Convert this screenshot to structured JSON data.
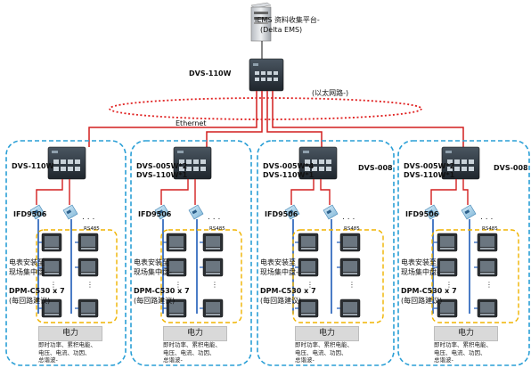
{
  "server": {
    "title": "IEMS 资料收集平台-",
    "subtitle": "(Delta EMS)"
  },
  "main_switch": {
    "label": "DVS-110W"
  },
  "ethernet": {
    "cn_label": "(以太网路-)",
    "en_label": "Ethernet"
  },
  "panels": [
    {
      "switch_label": [
        "DVS-110W"
      ],
      "device_label": "",
      "converter_label": "IFD9506",
      "rs485_label": "RS485",
      "install_note": [
        "电表安装至",
        "现场集中盘-"
      ],
      "meter_label": [
        "DPM-C530 x 7",
        "(每回路建议)"
      ],
      "power_label": "电力",
      "measurements": [
        "即时功率、累积电能、",
        "电压、电流、功因、",
        "总谐波-"
      ]
    },
    {
      "switch_label": [
        "DVS-005W*2",
        "DVS-110W*1"
      ],
      "device_label": "",
      "converter_label": "IFD9506",
      "rs485_label": "RS485",
      "install_note": [
        "电表安装至",
        "现场集中盘-"
      ],
      "meter_label": [
        "DPM-C530 x 7",
        "(每回路建议)"
      ],
      "power_label": "电力",
      "measurements": [
        "即时功率、累积电能、",
        "电压、电流、功因、",
        "总谐波-"
      ]
    },
    {
      "switch_label": [
        "DVS-005W*4",
        "DVS-110W*1"
      ],
      "device_label": "DVS-008",
      "converter_label": "IFD9506",
      "rs485_label": "RS485",
      "install_note": [
        "电表安装至",
        "现场集中盘-"
      ],
      "meter_label": [
        "DPM-C530 x 7",
        "(每回路建议)"
      ],
      "power_label": "电力",
      "measurements": [
        "即时功率、累积电能、",
        "电压、电流、功因、",
        "总谐波-"
      ]
    },
    {
      "switch_label": [
        "DVS-005W*2",
        "DVS-110W*1"
      ],
      "device_label": "DVS-008",
      "converter_label": "IFD9506",
      "rs485_label": "RS485",
      "install_note": [
        "电表安装至",
        "现场集中盘-"
      ],
      "meter_label": [
        "DPM-C530 x 7",
        "(每回路建议)"
      ],
      "power_label": "电力",
      "measurements": [
        "即时功率、累积电能、",
        "电压、电流、功因、",
        "总谐波-"
      ]
    }
  ],
  "colors": {
    "panel_border": "#2a9fd6",
    "meter_border": "#f0b400",
    "cable_red": "#d21f1f",
    "cable_blue": "#1e5bb8",
    "ring": "#e02020"
  }
}
